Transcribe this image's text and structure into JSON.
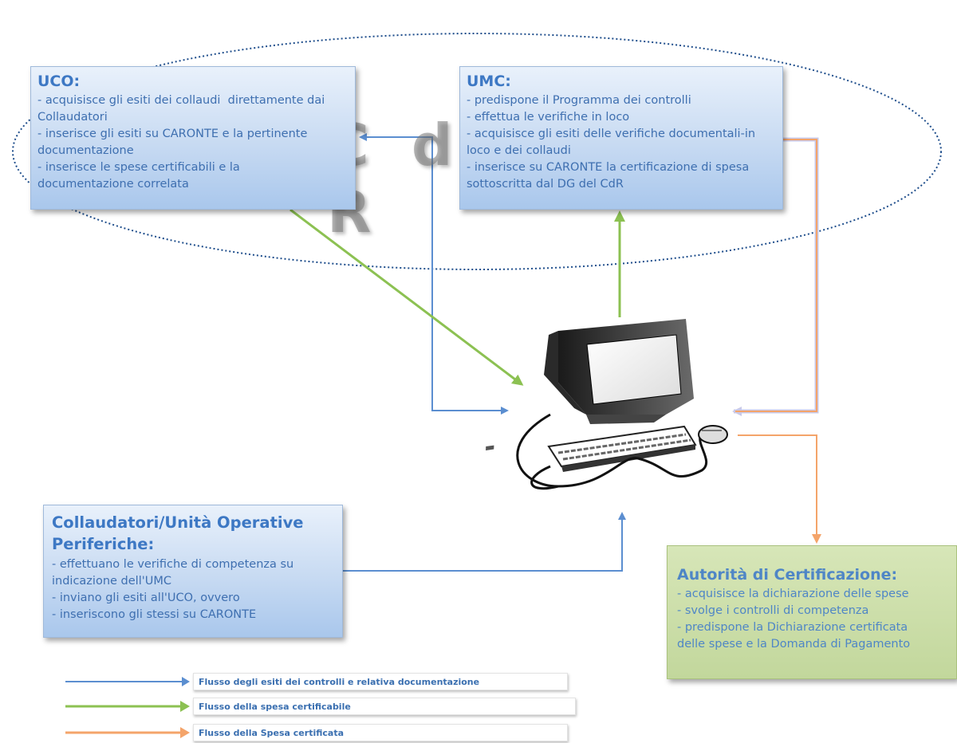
{
  "watermark": "C d R",
  "uco": {
    "title": "UCO:",
    "lines": [
      "- acquisisce gli esiti dei collaudi  direttamente dai",
      "Collaudatori",
      "- inserisce gli esiti su CARONTE e la pertinente",
      "documentazione",
      "- inserisce le spese certificabili e la",
      "documentazione correlata"
    ]
  },
  "umc": {
    "title": "UMC:",
    "lines": [
      "- predispone il Programma dei controlli",
      "- effettua le verifiche in loco",
      "- acquisisce gli esiti delle verifiche documentali-in",
      "loco e dei collaudi",
      "- inserisce su CARONTE la certificazione di spesa",
      "sottoscritta dal DG del CdR"
    ]
  },
  "collaudatori": {
    "title_line1": "Collaudatori/Unità Operative",
    "title_line2": "Periferiche:",
    "lines": [
      "- effettuano le verifiche di competenza su",
      "indicazione dell'UMC",
      "- inviano gli esiti all'UCO, ovvero",
      "- inseriscono gli stessi su CARONTE"
    ]
  },
  "autorita": {
    "title": "Autorità di Certificazione:",
    "lines": [
      "- acquisisce la dichiarazione delle spese",
      "- svolge i controlli di competenza",
      "- predispone la Dichiarazione certificata",
      "delle spese e la Domanda di Pagamento"
    ]
  },
  "legend": {
    "blue_label": "Flusso  degli esiti dei controlli e relativa documentazione",
    "green_label": "Flusso della spesa certificabile",
    "orange_label": "Flusso  della Spesa certificata"
  },
  "colors": {
    "blue_flow": "#5b8ed0",
    "green_flow": "#8cc152",
    "orange_flow": "#f4a46a"
  },
  "icons": {
    "central": "computer-icon"
  }
}
